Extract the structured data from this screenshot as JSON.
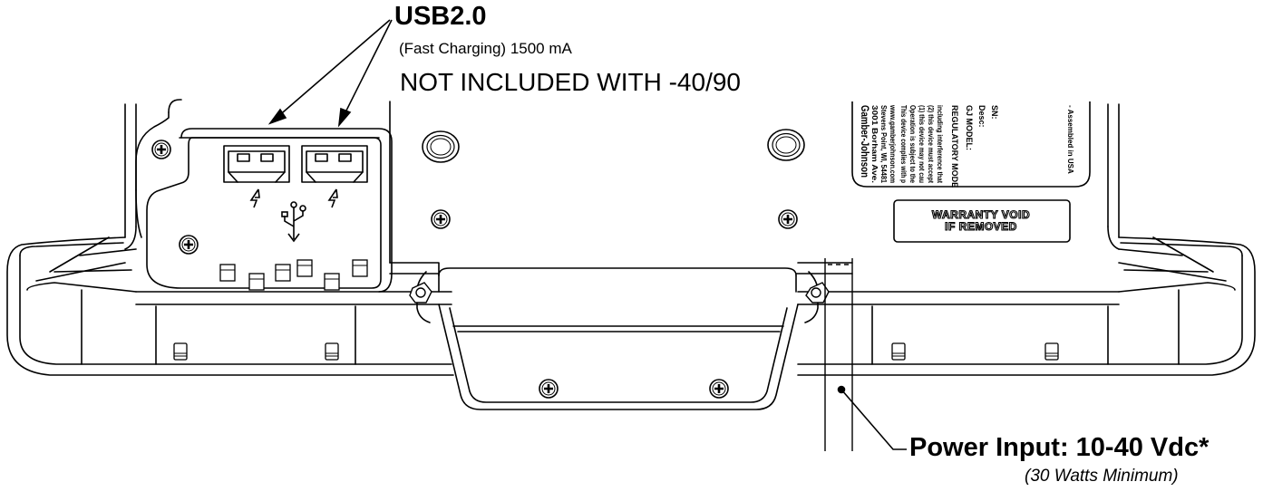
{
  "callouts": {
    "usb": {
      "title": "USB2.0",
      "subtitle": "(Fast Charging) 1500 mA",
      "note": "NOT INCLUDED WITH -40/90"
    },
    "power": {
      "title": "Power Input: 10-40 Vdc*",
      "subtitle": "(30 Watts Minimum)"
    }
  },
  "device_label": {
    "lines": [
      "Gamber-Johnson",
      "3001 Borham Ave.",
      "Stevens Point, WI, 54481",
      "www.gamberjohnson.com",
      "This device complies with p",
      "Operation is subject to the",
      "(1) this device may not cau",
      "(2) this device must accept",
      "including interference that",
      "REGULATORY MODE",
      "GJ MODEL:",
      "Desc:",
      "SN:",
      "- Assembled in USA"
    ]
  },
  "warranty_sticker": {
    "line1": "WARRANTY VOID",
    "line2": "IF REMOVED"
  },
  "icons": [
    "lightning-bolt-icon",
    "usb-symbol-icon",
    "screw-head-icon"
  ]
}
